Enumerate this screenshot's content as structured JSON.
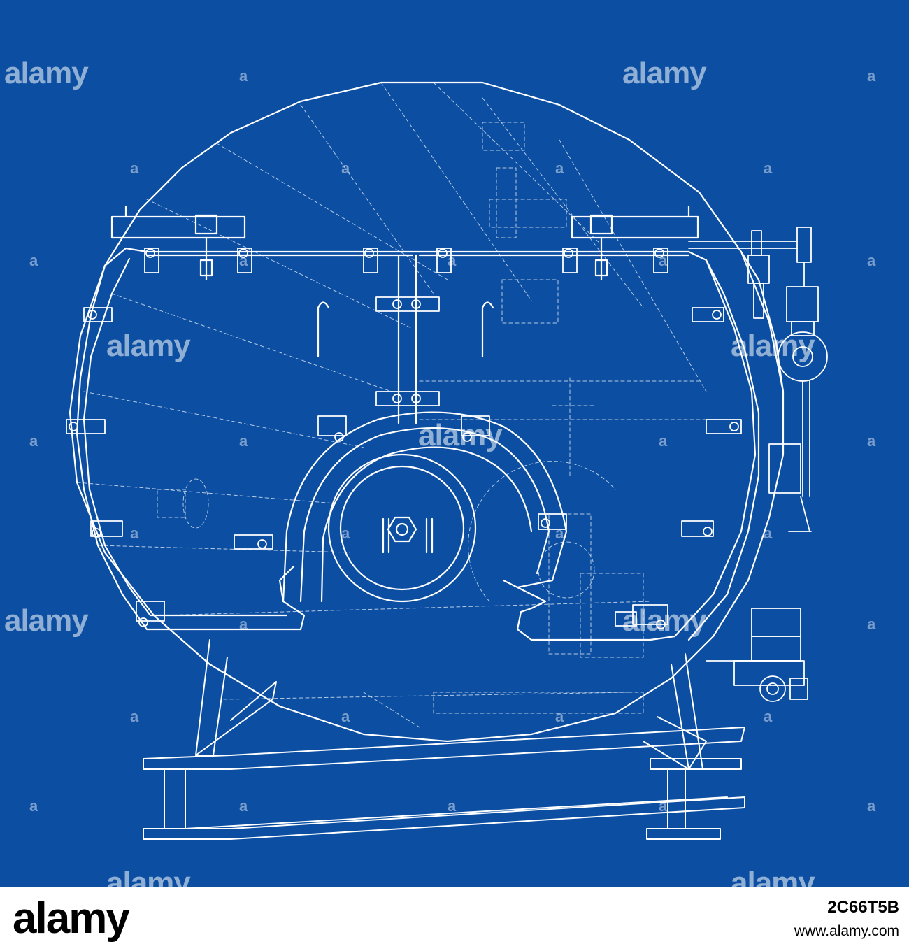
{
  "watermark": {
    "word": "alamy",
    "letter": "a"
  },
  "footer": {
    "logo": "alamy",
    "image_id": "2C66T5B",
    "url": "www.alamy.com"
  },
  "colors": {
    "background": "#0b4ea2",
    "lines": "#ffffff",
    "footer": "#ffffff"
  }
}
